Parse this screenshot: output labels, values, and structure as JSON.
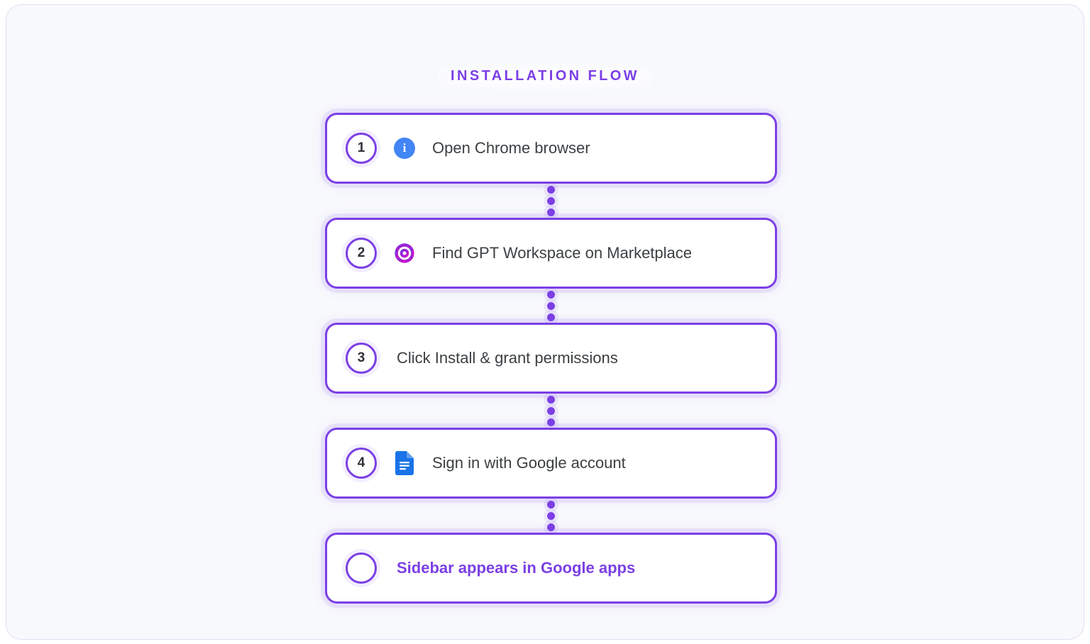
{
  "frame": {
    "background": "#f8f9fc",
    "border_color": "#e2ddf4"
  },
  "header": {
    "title": "INSTALLATION FLOW",
    "accent_color": "#7b3fe4"
  },
  "flow": {
    "steps": [
      {
        "number": "1",
        "icon": "info-icon",
        "label": "Open Chrome browser",
        "icon_color": "#4285f4",
        "final": false
      },
      {
        "number": "2",
        "icon": "openai-knot-icon",
        "label": "Find GPT Workspace on Marketplace",
        "icon_color": "#a21fd1",
        "final": false
      },
      {
        "number": "3",
        "icon": "none",
        "label": "Click Install & grant permissions",
        "icon_color": "",
        "final": false
      },
      {
        "number": "4",
        "icon": "google-docs-icon",
        "label": "Sign in with Google account",
        "icon_color": "#1a73e8",
        "final": false
      },
      {
        "number": "",
        "icon": "none",
        "label": "Sidebar appears in Google apps",
        "icon_color": "",
        "final": true
      }
    ],
    "connector": {
      "dot_count": 3,
      "dot_color": "#7b3fe4"
    },
    "card": {
      "border_color": "#7b3fe4",
      "background": "#ffffff",
      "text_color": "#3c4043"
    }
  }
}
